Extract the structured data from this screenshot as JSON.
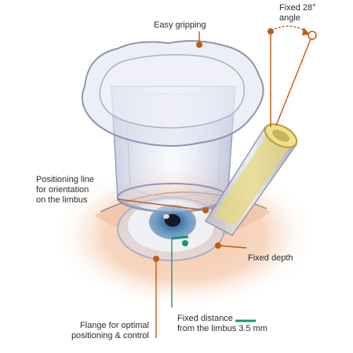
{
  "labels": {
    "easy_gripping": "Easy gripping",
    "fixed_angle": "Fixed 28°\nangle",
    "positioning_line": "Positioning line\nfor orientation\non the limbus",
    "fixed_depth": "Fixed depth",
    "fixed_distance": "Fixed distance\nfrom the limbus 3.5 mm",
    "flange": "Flange for optimal\npositioning & control"
  },
  "colors": {
    "callout": "#c25a12",
    "teal_marker": "#1f9077",
    "skin": "#f3c5a6",
    "iris": "#4d7fb0",
    "glass": "#c9cde2"
  }
}
